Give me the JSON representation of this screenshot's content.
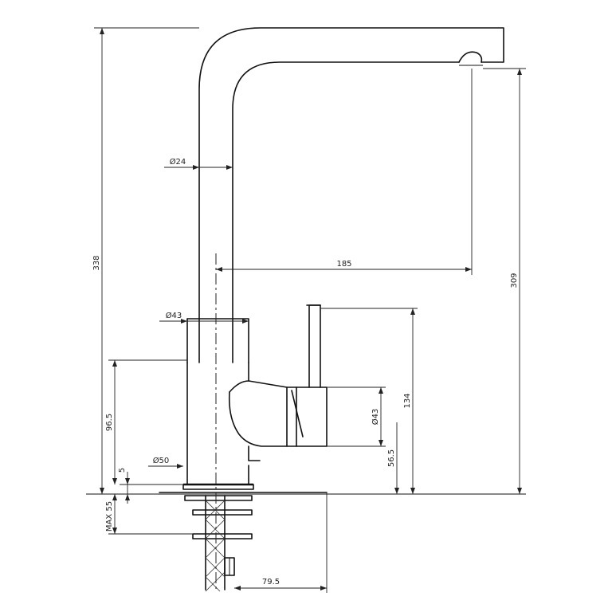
{
  "dimensions": {
    "total_height": "338",
    "spout_height": "309",
    "spout_reach": "185",
    "spout_diameter": "Ø24",
    "body_diameter": "Ø43",
    "handle_diameter": "Ø43",
    "base_diameter": "Ø50",
    "body_height": "96.5",
    "handle_total_height": "134",
    "handle_axis_height": "56.5",
    "base_ring": "5",
    "max_deck_thickness": "MAX 55",
    "tail_offset": "79.5"
  }
}
